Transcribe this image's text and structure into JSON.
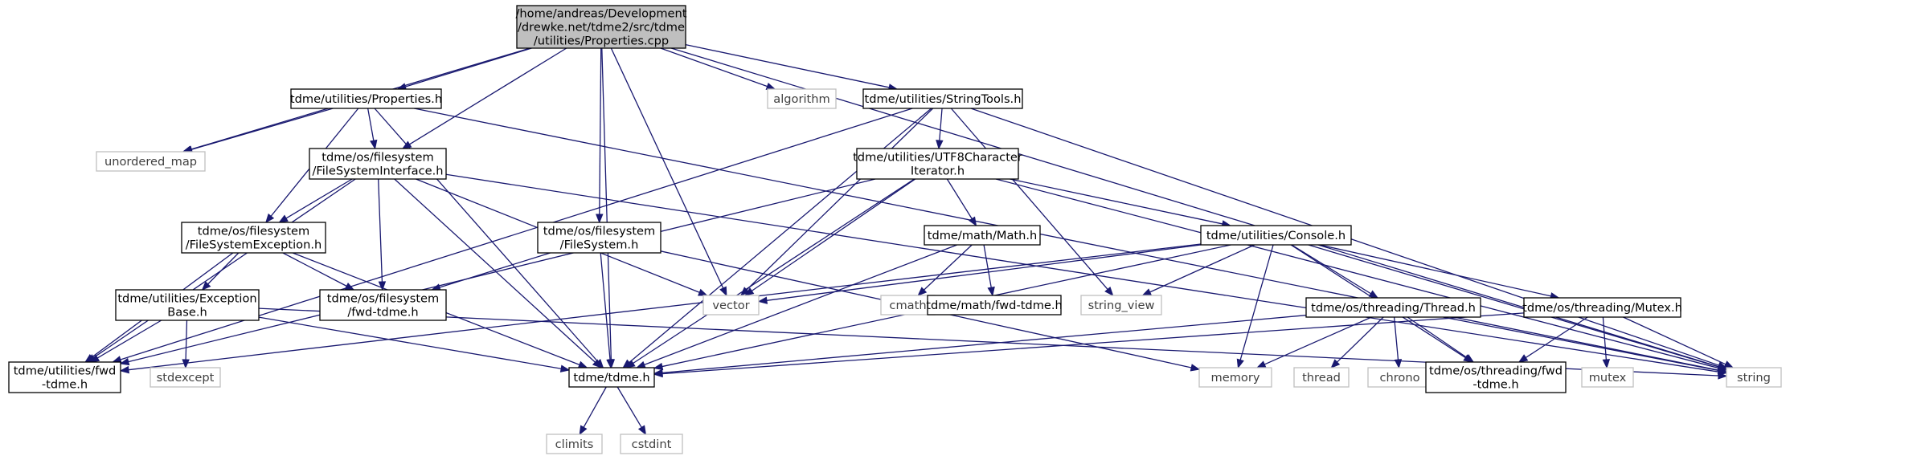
{
  "colors": {
    "edge": "#191970",
    "root_fill": "#bfbfbf",
    "root_stroke": "#000000",
    "header_stroke": "#000000",
    "system_stroke": "#bfbfbf",
    "text": "#000000",
    "system_text": "#404040"
  },
  "nodes": [
    {
      "id": "root",
      "kind": "root",
      "lines": [
        "/home/andreas/Development",
        "/drewke.net/tdme2/src/tdme",
        "/utilities/Properties.cpp"
      ]
    },
    {
      "id": "properties_h",
      "kind": "header",
      "lines": [
        "tdme/utilities/Properties.h"
      ]
    },
    {
      "id": "algorithm",
      "kind": "system",
      "lines": [
        "algorithm"
      ]
    },
    {
      "id": "stringtools_h",
      "kind": "header",
      "lines": [
        "tdme/utilities/StringTools.h"
      ]
    },
    {
      "id": "unordered_map",
      "kind": "system",
      "lines": [
        "unordered_map"
      ]
    },
    {
      "id": "fsinterface_h",
      "kind": "header",
      "lines": [
        "tdme/os/filesystem",
        "/FileSystemInterface.h"
      ]
    },
    {
      "id": "utf8_h",
      "kind": "header",
      "lines": [
        "tdme/utilities/UTF8Character",
        "Iterator.h"
      ]
    },
    {
      "id": "fsexception_h",
      "kind": "header",
      "lines": [
        "tdme/os/filesystem",
        "/FileSystemException.h"
      ]
    },
    {
      "id": "filesystem_h",
      "kind": "header",
      "lines": [
        "tdme/os/filesystem",
        "/FileSystem.h"
      ]
    },
    {
      "id": "math_h",
      "kind": "header",
      "lines": [
        "tdme/math/Math.h"
      ]
    },
    {
      "id": "console_h",
      "kind": "header",
      "lines": [
        "tdme/utilities/Console.h"
      ]
    },
    {
      "id": "exceptionbase_h",
      "kind": "header",
      "lines": [
        "tdme/utilities/Exception",
        "Base.h"
      ]
    },
    {
      "id": "fs_fwd_h",
      "kind": "header",
      "lines": [
        "tdme/os/filesystem",
        "/fwd-tdme.h"
      ]
    },
    {
      "id": "vector",
      "kind": "system",
      "lines": [
        "vector"
      ]
    },
    {
      "id": "cmath",
      "kind": "system",
      "lines": [
        "cmath"
      ]
    },
    {
      "id": "math_fwd_h",
      "kind": "header",
      "lines": [
        "tdme/math/fwd-tdme.h"
      ]
    },
    {
      "id": "string_view",
      "kind": "system",
      "lines": [
        "string_view"
      ]
    },
    {
      "id": "thread_h",
      "kind": "header",
      "lines": [
        "tdme/os/threading/Thread.h"
      ]
    },
    {
      "id": "mutex_h",
      "kind": "header",
      "lines": [
        "tdme/os/threading/Mutex.h"
      ]
    },
    {
      "id": "util_fwd_h",
      "kind": "header",
      "lines": [
        "tdme/utilities/fwd",
        "-tdme.h"
      ]
    },
    {
      "id": "stdexcept",
      "kind": "system",
      "lines": [
        "stdexcept"
      ]
    },
    {
      "id": "tdme_h",
      "kind": "header",
      "lines": [
        "tdme/tdme.h"
      ]
    },
    {
      "id": "memory",
      "kind": "system",
      "lines": [
        "memory"
      ]
    },
    {
      "id": "thread",
      "kind": "system",
      "lines": [
        "thread"
      ]
    },
    {
      "id": "chrono",
      "kind": "system",
      "lines": [
        "chrono"
      ]
    },
    {
      "id": "threading_fwd_h",
      "kind": "header",
      "lines": [
        "tdme/os/threading/fwd",
        "-tdme.h"
      ]
    },
    {
      "id": "mutex",
      "kind": "system",
      "lines": [
        "mutex"
      ]
    },
    {
      "id": "string",
      "kind": "system",
      "lines": [
        "string"
      ]
    },
    {
      "id": "climits",
      "kind": "system",
      "lines": [
        "climits"
      ]
    },
    {
      "id": "cstdint",
      "kind": "system",
      "lines": [
        "cstdint"
      ]
    }
  ],
  "edges": [
    [
      "root",
      "properties_h"
    ],
    [
      "root",
      "unordered_map"
    ],
    [
      "root",
      "fsinterface_h"
    ],
    [
      "root",
      "tdme_h"
    ],
    [
      "root",
      "filesystem_h"
    ],
    [
      "root",
      "vector"
    ],
    [
      "root",
      "algorithm"
    ],
    [
      "root",
      "stringtools_h"
    ],
    [
      "root",
      "string"
    ],
    [
      "properties_h",
      "unordered_map"
    ],
    [
      "properties_h",
      "fsinterface_h"
    ],
    [
      "properties_h",
      "fsexception_h"
    ],
    [
      "properties_h",
      "tdme_h"
    ],
    [
      "properties_h",
      "string"
    ],
    [
      "fsinterface_h",
      "fsexception_h"
    ],
    [
      "fsinterface_h",
      "fs_fwd_h"
    ],
    [
      "fsinterface_h",
      "util_fwd_h"
    ],
    [
      "fsinterface_h",
      "tdme_h"
    ],
    [
      "fsinterface_h",
      "vector"
    ],
    [
      "fsinterface_h",
      "string"
    ],
    [
      "fsexception_h",
      "exceptionbase_h"
    ],
    [
      "fsexception_h",
      "fs_fwd_h"
    ],
    [
      "fsexception_h",
      "util_fwd_h"
    ],
    [
      "fsexception_h",
      "tdme_h"
    ],
    [
      "exceptionbase_h",
      "util_fwd_h"
    ],
    [
      "exceptionbase_h",
      "stdexcept"
    ],
    [
      "exceptionbase_h",
      "tdme_h"
    ],
    [
      "exceptionbase_h",
      "string"
    ],
    [
      "filesystem_h",
      "fs_fwd_h"
    ],
    [
      "filesystem_h",
      "tdme_h"
    ],
    [
      "filesystem_h",
      "memory"
    ],
    [
      "stringtools_h",
      "utf8_h"
    ],
    [
      "stringtools_h",
      "util_fwd_h"
    ],
    [
      "stringtools_h",
      "vector"
    ],
    [
      "stringtools_h",
      "string_view"
    ],
    [
      "stringtools_h",
      "tdme_h"
    ],
    [
      "stringtools_h",
      "string"
    ],
    [
      "utf8_h",
      "math_h"
    ],
    [
      "utf8_h",
      "console_h"
    ],
    [
      "utf8_h",
      "vector"
    ],
    [
      "utf8_h",
      "util_fwd_h"
    ],
    [
      "utf8_h",
      "tdme_h"
    ],
    [
      "utf8_h",
      "string"
    ],
    [
      "math_h",
      "cmath"
    ],
    [
      "math_h",
      "math_fwd_h"
    ],
    [
      "math_h",
      "tdme_h"
    ],
    [
      "console_h",
      "vector"
    ],
    [
      "console_h",
      "string_view"
    ],
    [
      "console_h",
      "thread_h"
    ],
    [
      "console_h",
      "mutex_h"
    ],
    [
      "console_h",
      "memory"
    ],
    [
      "console_h",
      "threading_fwd_h"
    ],
    [
      "console_h",
      "string"
    ],
    [
      "console_h",
      "util_fwd_h"
    ],
    [
      "console_h",
      "tdme_h"
    ],
    [
      "thread_h",
      "memory"
    ],
    [
      "thread_h",
      "thread"
    ],
    [
      "thread_h",
      "chrono"
    ],
    [
      "thread_h",
      "threading_fwd_h"
    ],
    [
      "thread_h",
      "string"
    ],
    [
      "thread_h",
      "tdme_h"
    ],
    [
      "mutex_h",
      "mutex"
    ],
    [
      "mutex_h",
      "threading_fwd_h"
    ],
    [
      "mutex_h",
      "string"
    ],
    [
      "mutex_h",
      "tdme_h"
    ],
    [
      "tdme_h",
      "climits"
    ],
    [
      "tdme_h",
      "cstdint"
    ]
  ]
}
